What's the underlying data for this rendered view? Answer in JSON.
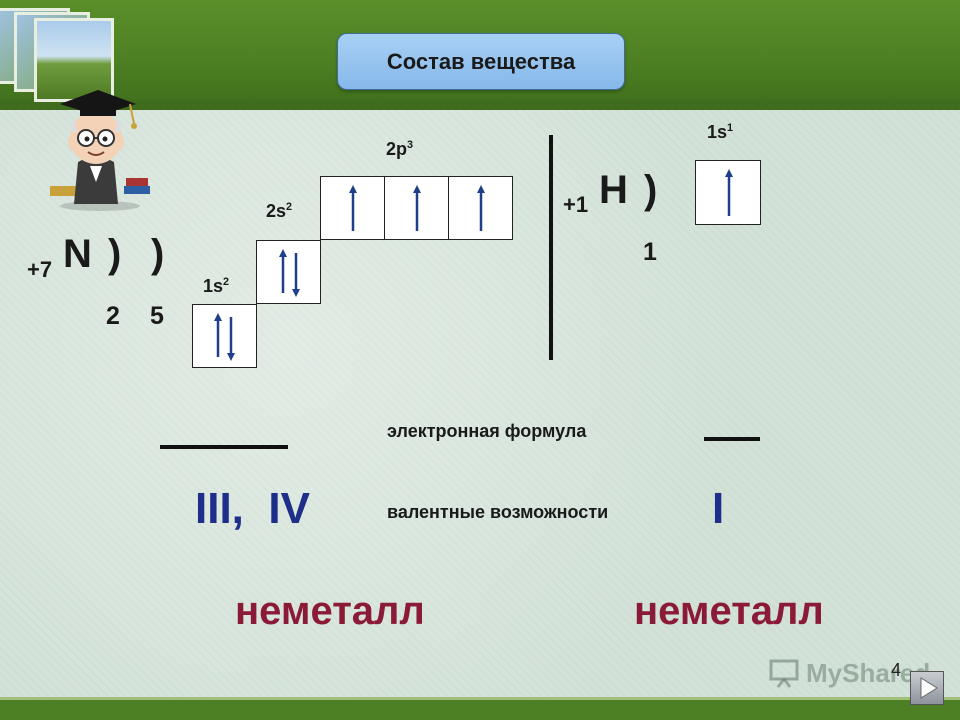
{
  "slide": {
    "title": "Состав вещества",
    "page_number": "4",
    "watermark": "MyShared"
  },
  "nitrogen": {
    "charge": "+7",
    "symbol": "N",
    "shell1_bracket": ")",
    "shell2_bracket": ")",
    "shell1_electrons": "2",
    "shell2_electrons": "5",
    "orbital_1s_label": "1s",
    "orbital_1s_sup": "2",
    "orbital_2s_label": "2s",
    "orbital_2s_sup": "2",
    "orbital_2p_label": "2p",
    "orbital_2p_sup": "3",
    "valence": "III,  IV",
    "type": "неметалл"
  },
  "hydrogen": {
    "charge": "+1",
    "symbol": "H",
    "shell1_bracket": ")",
    "shell1_electrons": "1",
    "orbital_1s_label": "1s",
    "orbital_1s_sup": "1",
    "valence": "I",
    "type": "неметалл"
  },
  "labels": {
    "electron_formula": "электронная формула",
    "valence_possibilities": "валентные возможности"
  },
  "colors": {
    "header_green": "#4b7e22",
    "title_box_blue": "#86b8ea",
    "arrow_blue": "#1e3f8a",
    "valence_blue": "#1e2f8a",
    "nonmetal_red": "#8b1a36"
  },
  "icons": [
    "professor-mascot-icon",
    "photo-frames-icon",
    "next-slide-icon"
  ]
}
